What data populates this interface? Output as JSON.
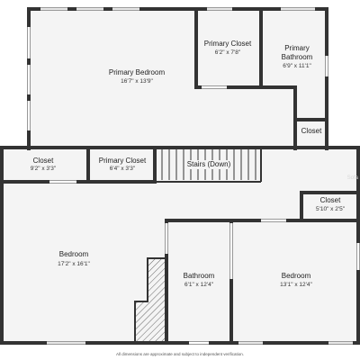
{
  "rooms": {
    "primary_bedroom": {
      "name": "Primary Bedroom",
      "dims": "16'7\" x 13'9\""
    },
    "primary_closet_top": {
      "name": "Primary Closet",
      "dims": "6'2\" x 7'8\""
    },
    "primary_bathroom": {
      "name_line1": "Primary",
      "name_line2": "Bathroom",
      "dims": "6'9\" x 11'1\""
    },
    "closet_small": {
      "name": "Closet"
    },
    "closet_left": {
      "name": "Closet",
      "dims": "9'2\" x 3'3\""
    },
    "primary_closet_mid": {
      "name": "Primary Closet",
      "dims": "6'4\" x 3'3\""
    },
    "stairs": {
      "name": "Stairs (Down)"
    },
    "closet_right": {
      "name": "Closet",
      "dims": "5'10\" x 2'5\""
    },
    "bedroom_left": {
      "name": "Bedroom",
      "dims": "17'2\" x 16'1\""
    },
    "bathroom": {
      "name": "Bathroom",
      "dims": "6'1\" x 12'4\""
    },
    "bedroom_right": {
      "name": "Bedroom",
      "dims": "13'1\" x 12'4\""
    }
  },
  "watermark": "Sofa",
  "footnote": "All dimensions are approximate and subject to independent verification."
}
